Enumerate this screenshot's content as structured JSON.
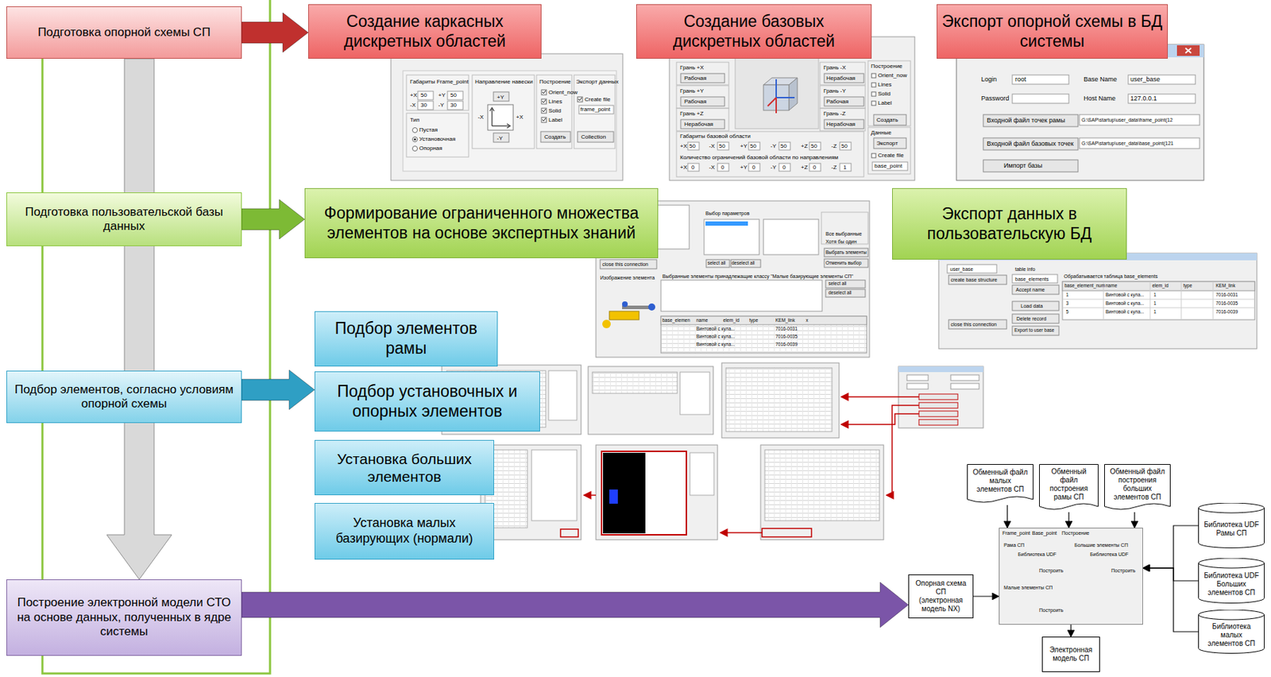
{
  "diagram": {
    "nodes": [
      {
        "text": [
          "Подготовка опорной схемы СП"
        ]
      },
      {
        "text": [
          "Подготовка пользовательской базы данных"
        ]
      },
      {
        "text": [
          "Подбор элементов, согласно условиям опорной схемы"
        ]
      },
      {
        "text": [
          "Построение электронной модели СТО на основе данных, полученных в ядре системы"
        ]
      },
      {
        "text": [
          "Создание каркасных дискретных областей"
        ]
      },
      {
        "text": [
          "Создание базовых дискретных областей"
        ]
      },
      {
        "text": [
          "Экспорт опорной схемы в БД системы"
        ]
      },
      {
        "text": [
          "Формирование ограниченного множества элементов на основе экспертных знаний"
        ]
      },
      {
        "text": [
          "Экспорт данных в пользовательскую БД"
        ]
      },
      {
        "text": [
          "Подбор элементов рамы"
        ]
      },
      {
        "text": [
          "Подбор установочных и опорных элементов"
        ]
      },
      {
        "text": [
          "Установка больших элементов"
        ]
      },
      {
        "text": [
          "Установка малых базирующих (нормали)"
        ]
      },
      {
        "text": [
          "Обменный файл малых элементов СП"
        ]
      },
      {
        "text": [
          "Обменный файл построения рамы СП"
        ]
      },
      {
        "text": [
          "Обменный файл построения больших элементов СП"
        ]
      },
      {
        "text": [
          "Библиотека UDF Рамы СП"
        ]
      },
      {
        "text": [
          "Библиотека UDF Больших элементов СП"
        ]
      },
      {
        "text": [
          "Библиотека малых элементов СП"
        ]
      },
      {
        "text": [
          "Опорная схема СП (электронная модель NX)"
        ]
      },
      {
        "text": [
          "Frame_point",
          "Base_point",
          "Построение",
          "Рама СП",
          "Библиотека UDF",
          "Построить",
          "Большие элементы СП",
          "Библиотека UDF",
          "Построить",
          "Малые элементы СП",
          "Построить"
        ]
      },
      {
        "text": [
          "Электронная модель СП"
        ]
      }
    ],
    "edges": [
      {
        "from": 0,
        "to": 4,
        "arrow": "to"
      },
      {
        "from": 1,
        "to": 7,
        "arrow": "to"
      },
      {
        "from": 2,
        "to": 10,
        "arrow": "to"
      },
      {
        "from": 3,
        "to": 19,
        "arrow": "to"
      },
      {
        "from": 13,
        "to": 20,
        "arrow": "to"
      },
      {
        "from": 14,
        "to": 20,
        "arrow": "to"
      },
      {
        "from": 15,
        "to": 20,
        "arrow": "to"
      },
      {
        "from": 16,
        "to": 20,
        "arrow": "to"
      },
      {
        "from": 17,
        "to": 20,
        "arrow": "to"
      },
      {
        "from": 18,
        "to": 20,
        "arrow": "to"
      },
      {
        "from": 19,
        "to": 20,
        "arrow": "to"
      },
      {
        "from": 20,
        "to": 21,
        "arrow": "to"
      },
      {
        "from": 0,
        "to": 3,
        "arrow": "to"
      }
    ],
    "labels": [
      "Габариты Frame_point",
      "+X",
      "50",
      "+Y",
      "50",
      "-X",
      "30",
      "-Y",
      "30",
      "Тип",
      "Пустая",
      "Установочная",
      "Опорная",
      "Направление навески",
      "+Y",
      "-X",
      "+X",
      "-Y",
      "Построение",
      "Orient_now",
      "Lines",
      "Solid",
      "Label",
      "Создать",
      "Экспорт данных",
      "Create file",
      "frame_point",
      "Collection",
      "Грань +X",
      "Рабочая",
      "Грань +Y",
      "Рабочая",
      "Грань +Z",
      "Нерабочая",
      "Грань -X",
      "Нерабочая",
      "Грань -Y",
      "Рабочая",
      "Грань -Z",
      "Нерабочая",
      "Построение",
      "Orient_now",
      "Lines",
      "Solid",
      "Label",
      "Создать",
      "Габариты базовой области",
      "+X",
      "50",
      "-X",
      "50",
      "+Y",
      "50",
      "-Y",
      "50",
      "+Z",
      "50",
      "-Z",
      "50",
      "Количество ограничений базовой области по направлениям",
      "+X",
      "0",
      "-X",
      "0",
      "+Y",
      "0",
      "-Y",
      "0",
      "+Z",
      "0",
      "-Z",
      "1",
      "Данные",
      "Экспорт",
      "Create file",
      "base_point",
      "Login",
      "root",
      "Password",
      "Base Name",
      "user_base",
      "Host Name",
      "127.0.0.1",
      "Входной файл точек рамы",
      "G:\\SAP\\startup\\user_data\\frame_point(12",
      "Входной файл базовых точек",
      "G:\\SAP\\startup\\user_data\\base_point(121",
      "Импорт базы",
      "Выбор параметров",
      "Все выбранные",
      "Хотя бы один",
      "select all",
      "deselect all",
      "Выбрать элементы",
      "Отменить выбор",
      "close this connection",
      "Изображение элемента",
      "Выбранные элементы принадлежащие классу \"Малые базирующие элементы СП\"",
      "select all",
      "deselect all",
      "base_elemen",
      "name",
      "elem_id",
      "type",
      "KEM_link",
      "x",
      "Винтовой с кула...",
      "7016-0031",
      "Винтовой с кула...",
      "7016-0035",
      "Винтовой с кула...",
      "7016-0039",
      "user_base",
      "table info",
      "base_elements",
      "Обрабатывается таблица base_elements",
      "create base structure",
      "Accept name",
      "close this connection",
      "Load data",
      "Delete record",
      "Export to user base",
      "base_element_num",
      "name",
      "elem_id",
      "type",
      "KEM_link",
      "1",
      "Винтовой с кула...",
      "1",
      "7016-0031",
      "3",
      "Винтовой с кула...",
      "1",
      "7016-0035",
      "5",
      "Винтовой с кула...",
      "1",
      "7016-0039"
    ]
  }
}
